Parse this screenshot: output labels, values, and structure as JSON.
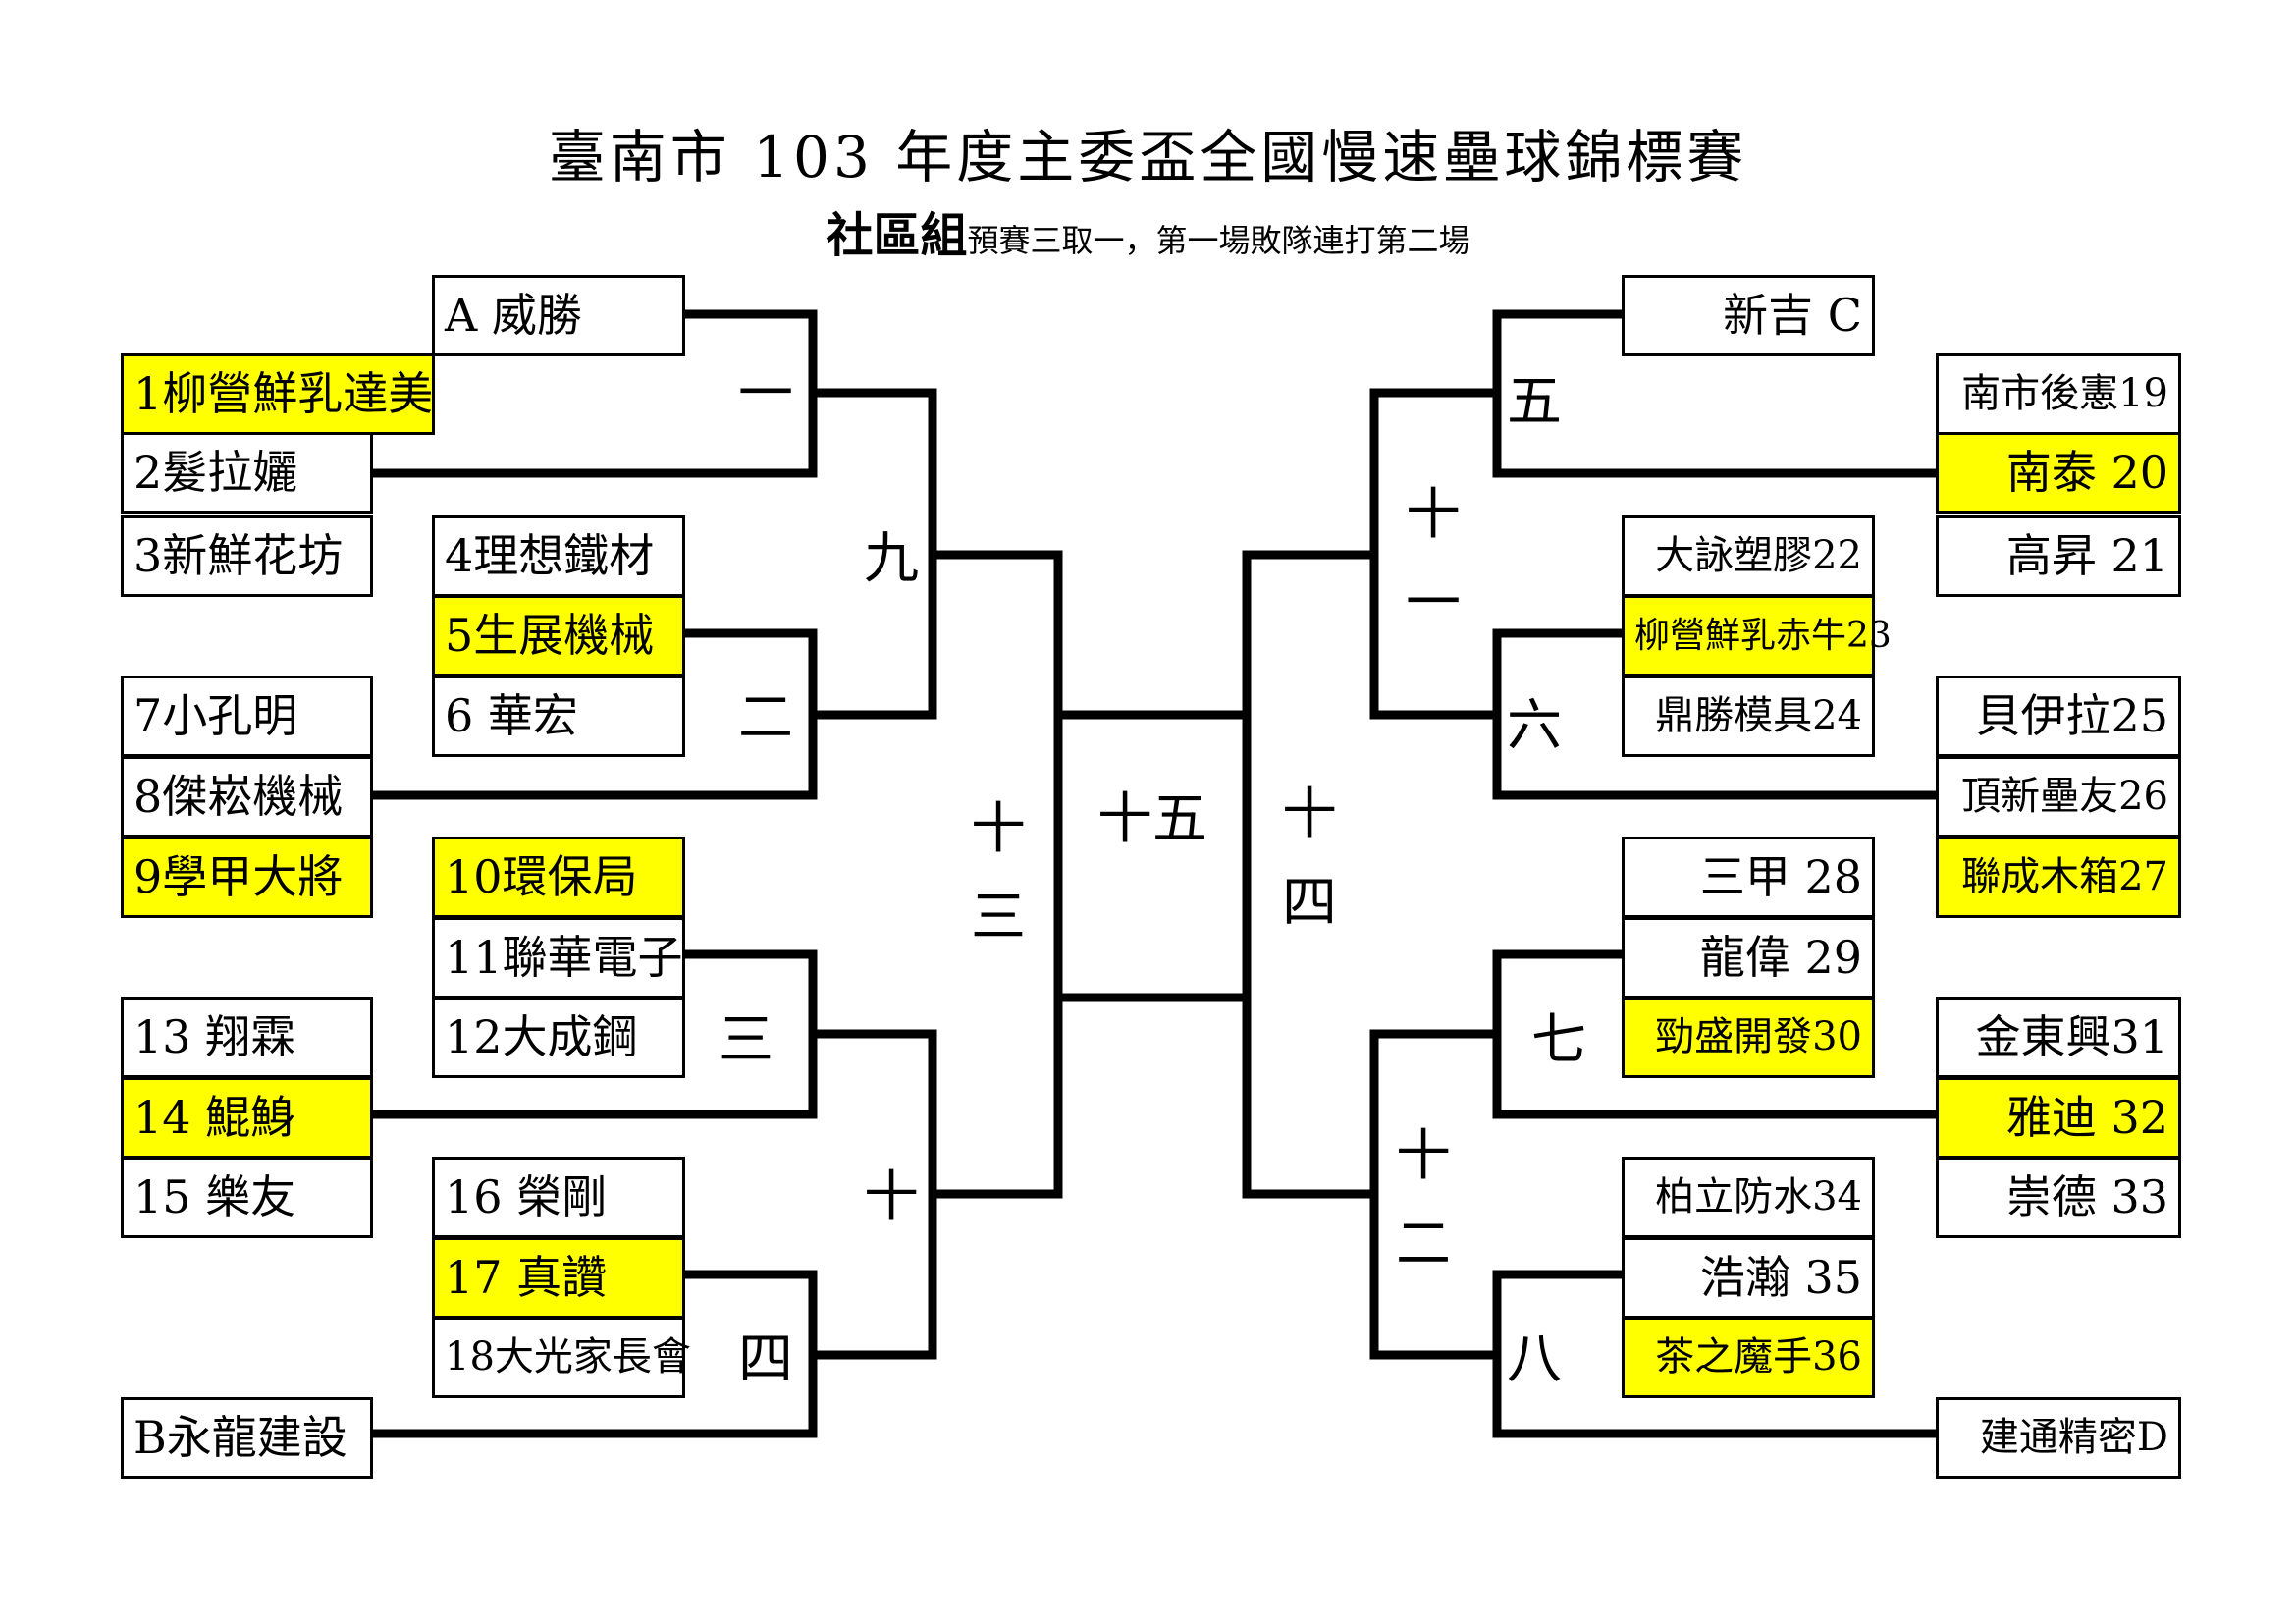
{
  "title": "臺南市 103 年度主委盃全國慢速壘球錦標賽",
  "subtitle": {
    "group": "社區組",
    "note": "預賽三取一，第一場敗隊連打第二場"
  },
  "left_teams": {
    "A": "A  威勝",
    "t1": "1柳營鮮乳達美",
    "t2": "2髮拉孋",
    "t3": "3新鮮花坊",
    "t4": "4理想鐵材",
    "t5": "5生展機械",
    "t6": "6  華宏",
    "t7": "7小孔明",
    "t8": "8傑崧機械",
    "t9": "9學甲大將",
    "t10": "10環保局",
    "t11": "11聯華電子",
    "t12": "12大成鋼",
    "t13": "13  翔霖",
    "t14": "14  鯤鯓",
    "t15": "15  樂友",
    "t16": "16  榮剛",
    "t17": "17  真讚",
    "t18": "18大光家長會",
    "B": "B永龍建設"
  },
  "right_teams": {
    "C": "新吉  C",
    "t19": "南市後憲19",
    "t20": "南泰  20",
    "t21": "高昇  21",
    "t22": "大詠塑膠22",
    "t23": "柳營鮮乳赤牛23",
    "t24": "鼎勝模具24",
    "t25": "貝伊拉25",
    "t26": "頂新壘友26",
    "t27": "聯成木箱27",
    "t28": "三甲  28",
    "t29": "龍偉  29",
    "t30": "勁盛開發30",
    "t31": "金東興31",
    "t32": "雅迪  32",
    "t33": "崇德  33",
    "t34": "柏立防水34",
    "t35": "浩瀚  35",
    "t36": "茶之魔手36",
    "D": "建通精密D"
  },
  "rounds": {
    "r1": "一",
    "r2": "二",
    "r3": "三",
    "r4": "四",
    "r5": "五",
    "r6": "六",
    "r7": "七",
    "r8": "八",
    "r9": "九",
    "r10": "十",
    "r11a": "十",
    "r11b": "一",
    "r12a": "十",
    "r12b": "二",
    "r13a": "十",
    "r13b": "三",
    "r14a": "十",
    "r14b": "四",
    "r15": "十五"
  },
  "colors": {
    "winner_fill": "#ffff00",
    "line": "#000000",
    "box_border": "#000000"
  }
}
